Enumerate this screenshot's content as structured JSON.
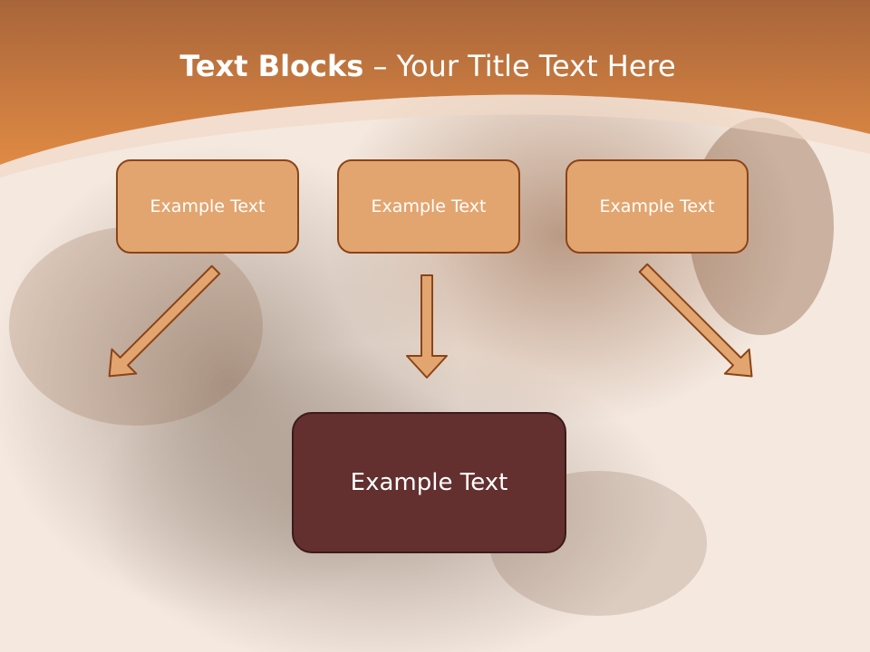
{
  "slide": {
    "title_bold": "Text Blocks",
    "title_rest": " – Your Title Text Here",
    "top_boxes": [
      "Example Text",
      "Example Text",
      "Example Text"
    ],
    "center_box": "Example Text"
  },
  "colors": {
    "header_orange": "#d98a48",
    "box_fill": "#e3a56f",
    "box_border": "#8a4418",
    "center_fill": "#632f2f",
    "arrow_fill": "#e3a56f"
  }
}
